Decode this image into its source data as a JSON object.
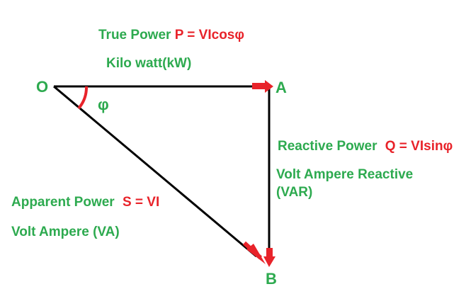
{
  "colors": {
    "label_green": "#2daa4f",
    "formula_red": "#e8232a",
    "line_black": "#000000",
    "arrow_red": "#e8232a"
  },
  "points": {
    "O": "O",
    "A": "A",
    "B": "B"
  },
  "angle_symbol": "φ",
  "true_power": {
    "name": "True Power",
    "formula": "P = VIcosφ",
    "unit": "Kilo watt(kW)"
  },
  "reactive_power": {
    "name": "Reactive Power",
    "formula": "Q = VIsinφ",
    "unit_line1": "Volt Ampere Reactive",
    "unit_line2": "(VAR)"
  },
  "apparent_power": {
    "name": "Apparent Power",
    "formula": "S = VI",
    "unit": "Volt Ampere (VA)"
  }
}
